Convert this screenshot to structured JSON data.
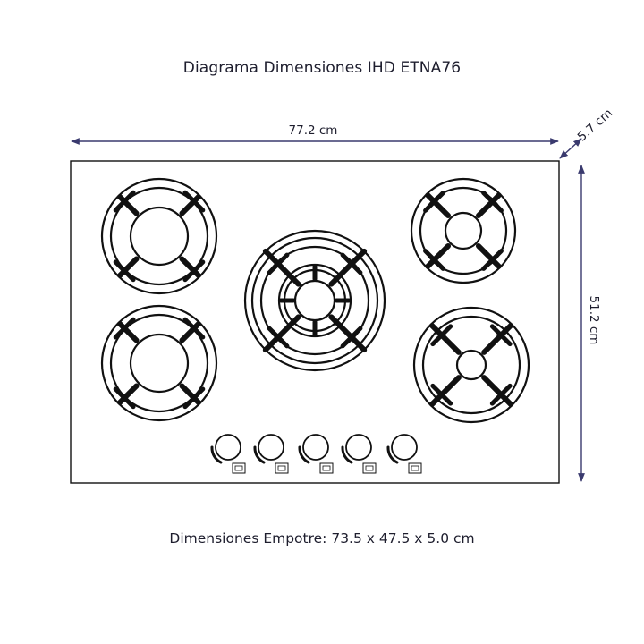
{
  "title": "Diagrama Dimensiones IHD ETNA76",
  "dimensions": {
    "width": "77.2 cm",
    "depth": "51.2 cm",
    "height": "5.7 cm"
  },
  "cutout": "Dimensiones Empotre: 73.5 x 47.5 x 5.0 cm",
  "colors": {
    "dimension_line": "#3a3a6e",
    "outline": "#111111"
  },
  "burners": 5,
  "knobs": 5
}
